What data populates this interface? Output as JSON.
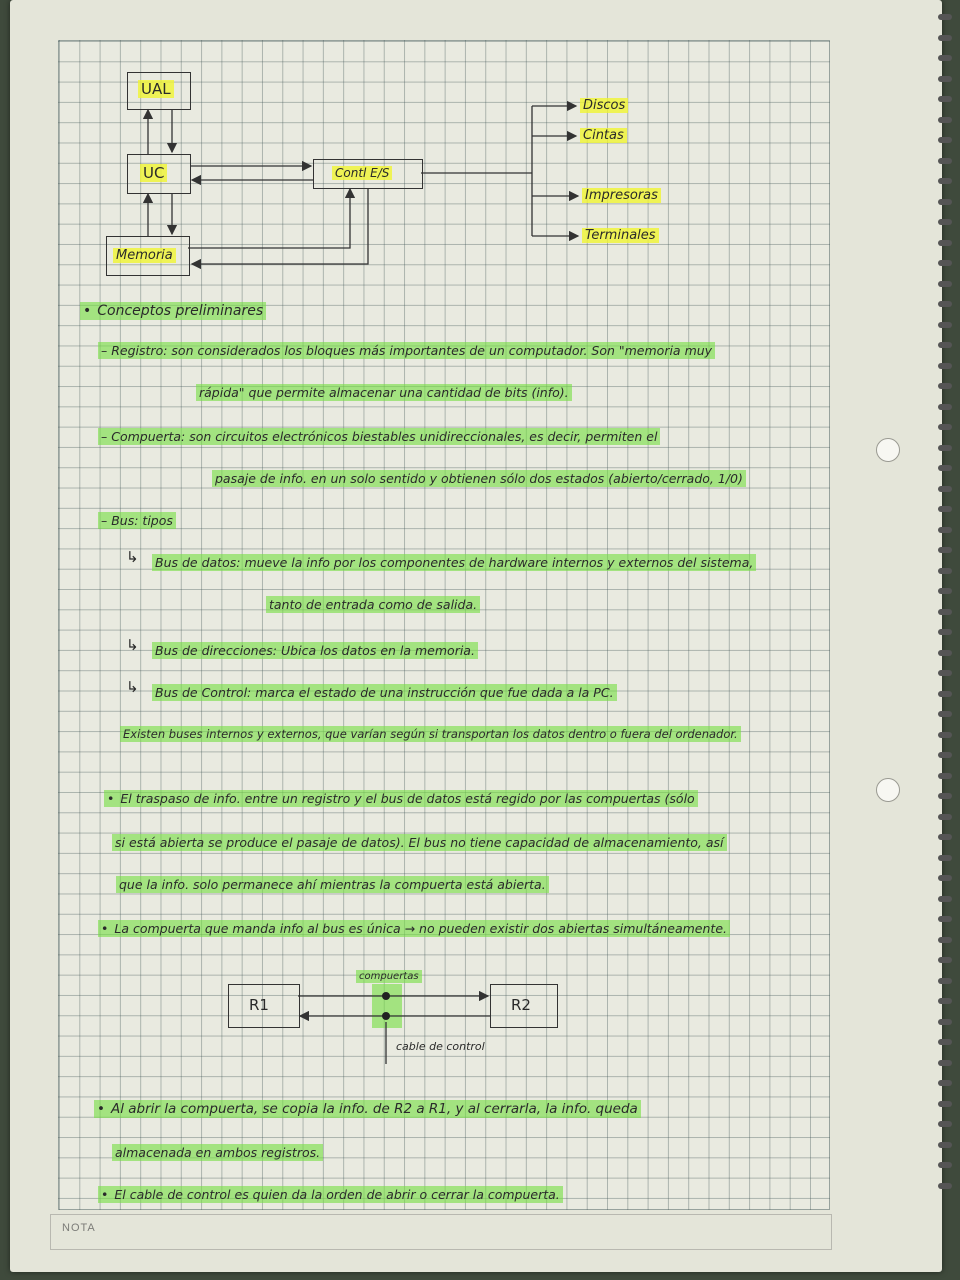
{
  "diagram1": {
    "ual": "UAL",
    "uc": "UC",
    "memoria": "Memoria",
    "control": "Contl E/S",
    "outputs": [
      "Discos",
      "Cintas",
      "Impresoras",
      "Terminales"
    ]
  },
  "section": {
    "title": "Conceptos preliminares",
    "registro_label": "Registro:",
    "registro_text_1": "son considerados los bloques más importantes de un computador. Son \"memoria muy",
    "registro_text_2": "rápida\" que permite almacenar una cantidad de bits (info).",
    "compuerta_label": "Compuerta:",
    "compuerta_text_1": "son circuitos electrónicos biestables unidireccionales, es decir, permiten el",
    "compuerta_text_2": "pasaje de info. en un solo sentido y obtienen sólo dos estados (abierto/cerrado, 1/0)",
    "bus_label": "Bus: tipos",
    "bus_datos_label": "Bus de datos:",
    "bus_datos_text_1": "mueve la info por los componentes de hardware internos y externos del sistema,",
    "bus_datos_text_2": "tanto de entrada como de salida.",
    "bus_dir_label": "Bus de direcciones:",
    "bus_dir_text": "Ubica los datos en la memoria.",
    "bus_ctrl_label": "Bus de Control:",
    "bus_ctrl_text": "marca el estado de una instrucción que fue dada a la PC.",
    "existen": "Existen buses internos y externos, que varían según si transportan los datos dentro o fuera del ordenador."
  },
  "bullets": {
    "b1_1": "El traspaso de info. entre un registro y el bus de datos está regido por las compuertas (sólo",
    "b1_2": "si está abierta se produce el pasaje de datos). El bus no tiene capacidad de almacenamiento, así",
    "b1_3": "que la info. solo permanece ahí mientras la compuerta está abierta.",
    "b2": "La compuerta que manda info al bus es única → no pueden existir dos abiertas simultáneamente."
  },
  "diagram2": {
    "r1": "R1",
    "r2": "R2",
    "compuertas": "compuertas",
    "cable": "cable de control"
  },
  "bullets2": {
    "b3_1": "Al abrir la compuerta, se copia la info. de R2 a R1, y al cerrarla, la info. queda",
    "b3_2": "almacenada en ambos registros.",
    "b4": "El cable de control es quien da la orden de abrir o cerrar la compuerta."
  },
  "footer": {
    "nota": "NOTA"
  },
  "colors": {
    "highlight_green": "#78de46",
    "highlight_yellow": "#f0f532",
    "paper": "#e9eae0"
  }
}
